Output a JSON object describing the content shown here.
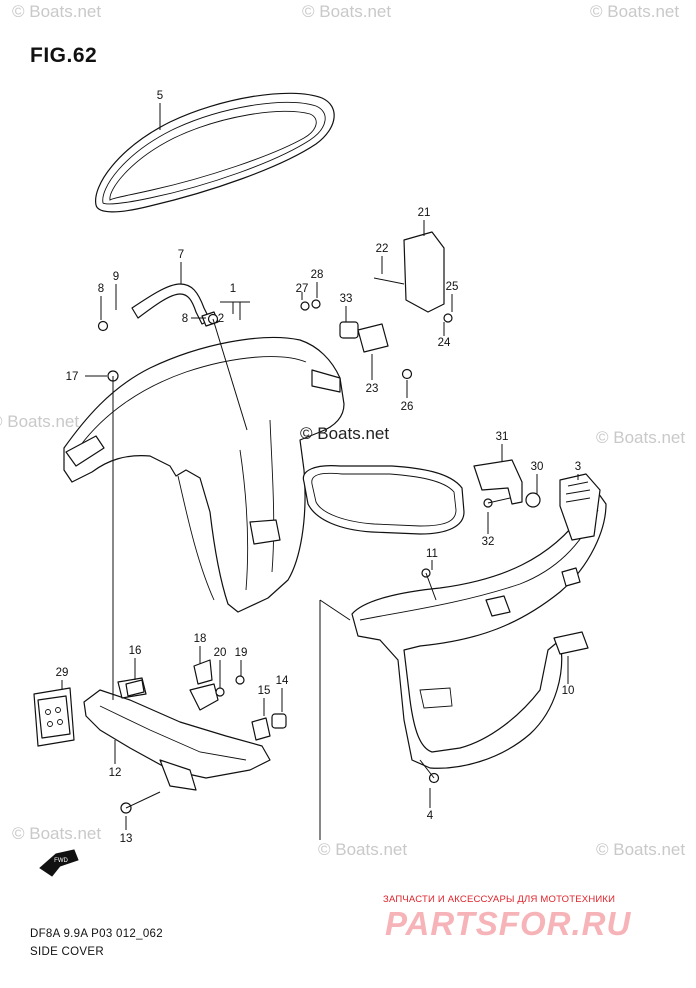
{
  "figure": {
    "title": "FIG.62"
  },
  "watermarks": {
    "corner": "© Boats.net",
    "center": "© Boats.net"
  },
  "fwd_label": "FWD",
  "callouts": {
    "c1": "1",
    "c2": "2",
    "c3": "3",
    "c4": "4",
    "c5": "5",
    "c7": "7",
    "c8a": "8",
    "c8b": "8",
    "c9": "9",
    "c10": "10",
    "c11": "11",
    "c12": "12",
    "c13": "13",
    "c14": "14",
    "c15": "15",
    "c16": "16",
    "c17": "17",
    "c18": "18",
    "c19": "19",
    "c20": "20",
    "c21": "21",
    "c22": "22",
    "c23": "23",
    "c24": "24",
    "c25": "25",
    "c26": "26",
    "c27": "27",
    "c28": "28",
    "c29": "29",
    "c30": "30",
    "c31": "31",
    "c32": "32",
    "c33": "33"
  },
  "caption": {
    "model_code": "DF8A 9.9A P03 012_062",
    "section_name": "SIDE COVER"
  },
  "brand": {
    "tagline": "ЗАПЧАСТИ И АКСЕССУАРЫ ДЛЯ МОТОТЕХНИКИ",
    "name": "PARTSFOR.RU"
  },
  "colors": {
    "line": "#111111",
    "watermark": "#c9c9c9",
    "brand_red": "#e0232b",
    "brand_pink": "#f6b4b8"
  }
}
